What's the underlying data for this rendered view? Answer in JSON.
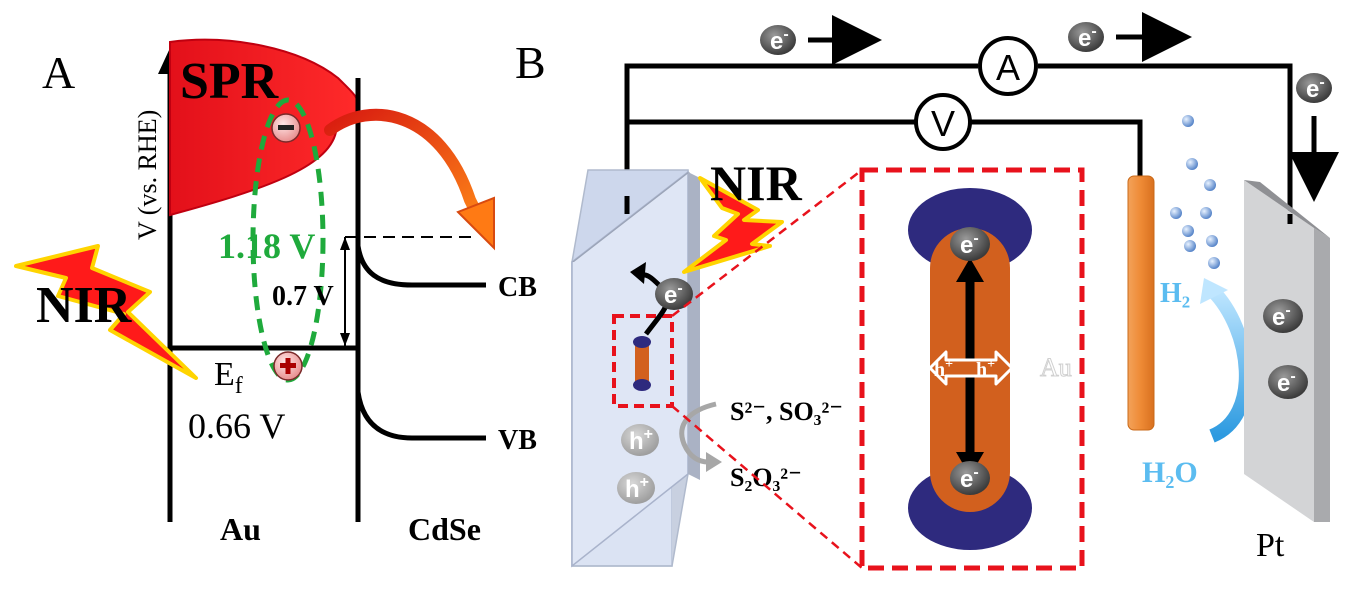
{
  "panel_a": {
    "label": "A",
    "y_axis_label": "V (vs. RHE)",
    "spr_label": "SPR",
    "nir_label": "NIR",
    "gap_label": "1.18 V",
    "offset_label": "0.7 V",
    "fermi_label": "E",
    "fermi_sub": "f",
    "fermi_value": "0.66 V",
    "cb_label": "CB",
    "vb_label": "VB",
    "au_label": "Au",
    "cdse_label": "CdSe",
    "minus_sign": "−",
    "plus_sign": "+",
    "colors": {
      "spr": "#e8121c",
      "gap": "#1faa3c",
      "arrow": "#f04a10"
    }
  },
  "panel_b": {
    "label": "B",
    "nir_label": "NIR",
    "ammeter_label": "A",
    "voltmeter_label": "V",
    "electron_label": "e",
    "electron_sup": "-",
    "hole_label": "h",
    "hole_sup": "+",
    "sacrificial_label": "S²⁻, SO₃²⁻",
    "product_label": "S₂O₃²⁻",
    "au_label": "Au",
    "h2_label": "H₂",
    "h2o_label": "H₂O",
    "pt_label": "Pt",
    "colors": {
      "rod": "#d2601e",
      "tip": "#2e2a7e",
      "zoom_box": "#e8121c",
      "water": "#5bbcf0",
      "electrode": "#cfd0d2",
      "photoanode": "#dde5f4"
    }
  }
}
